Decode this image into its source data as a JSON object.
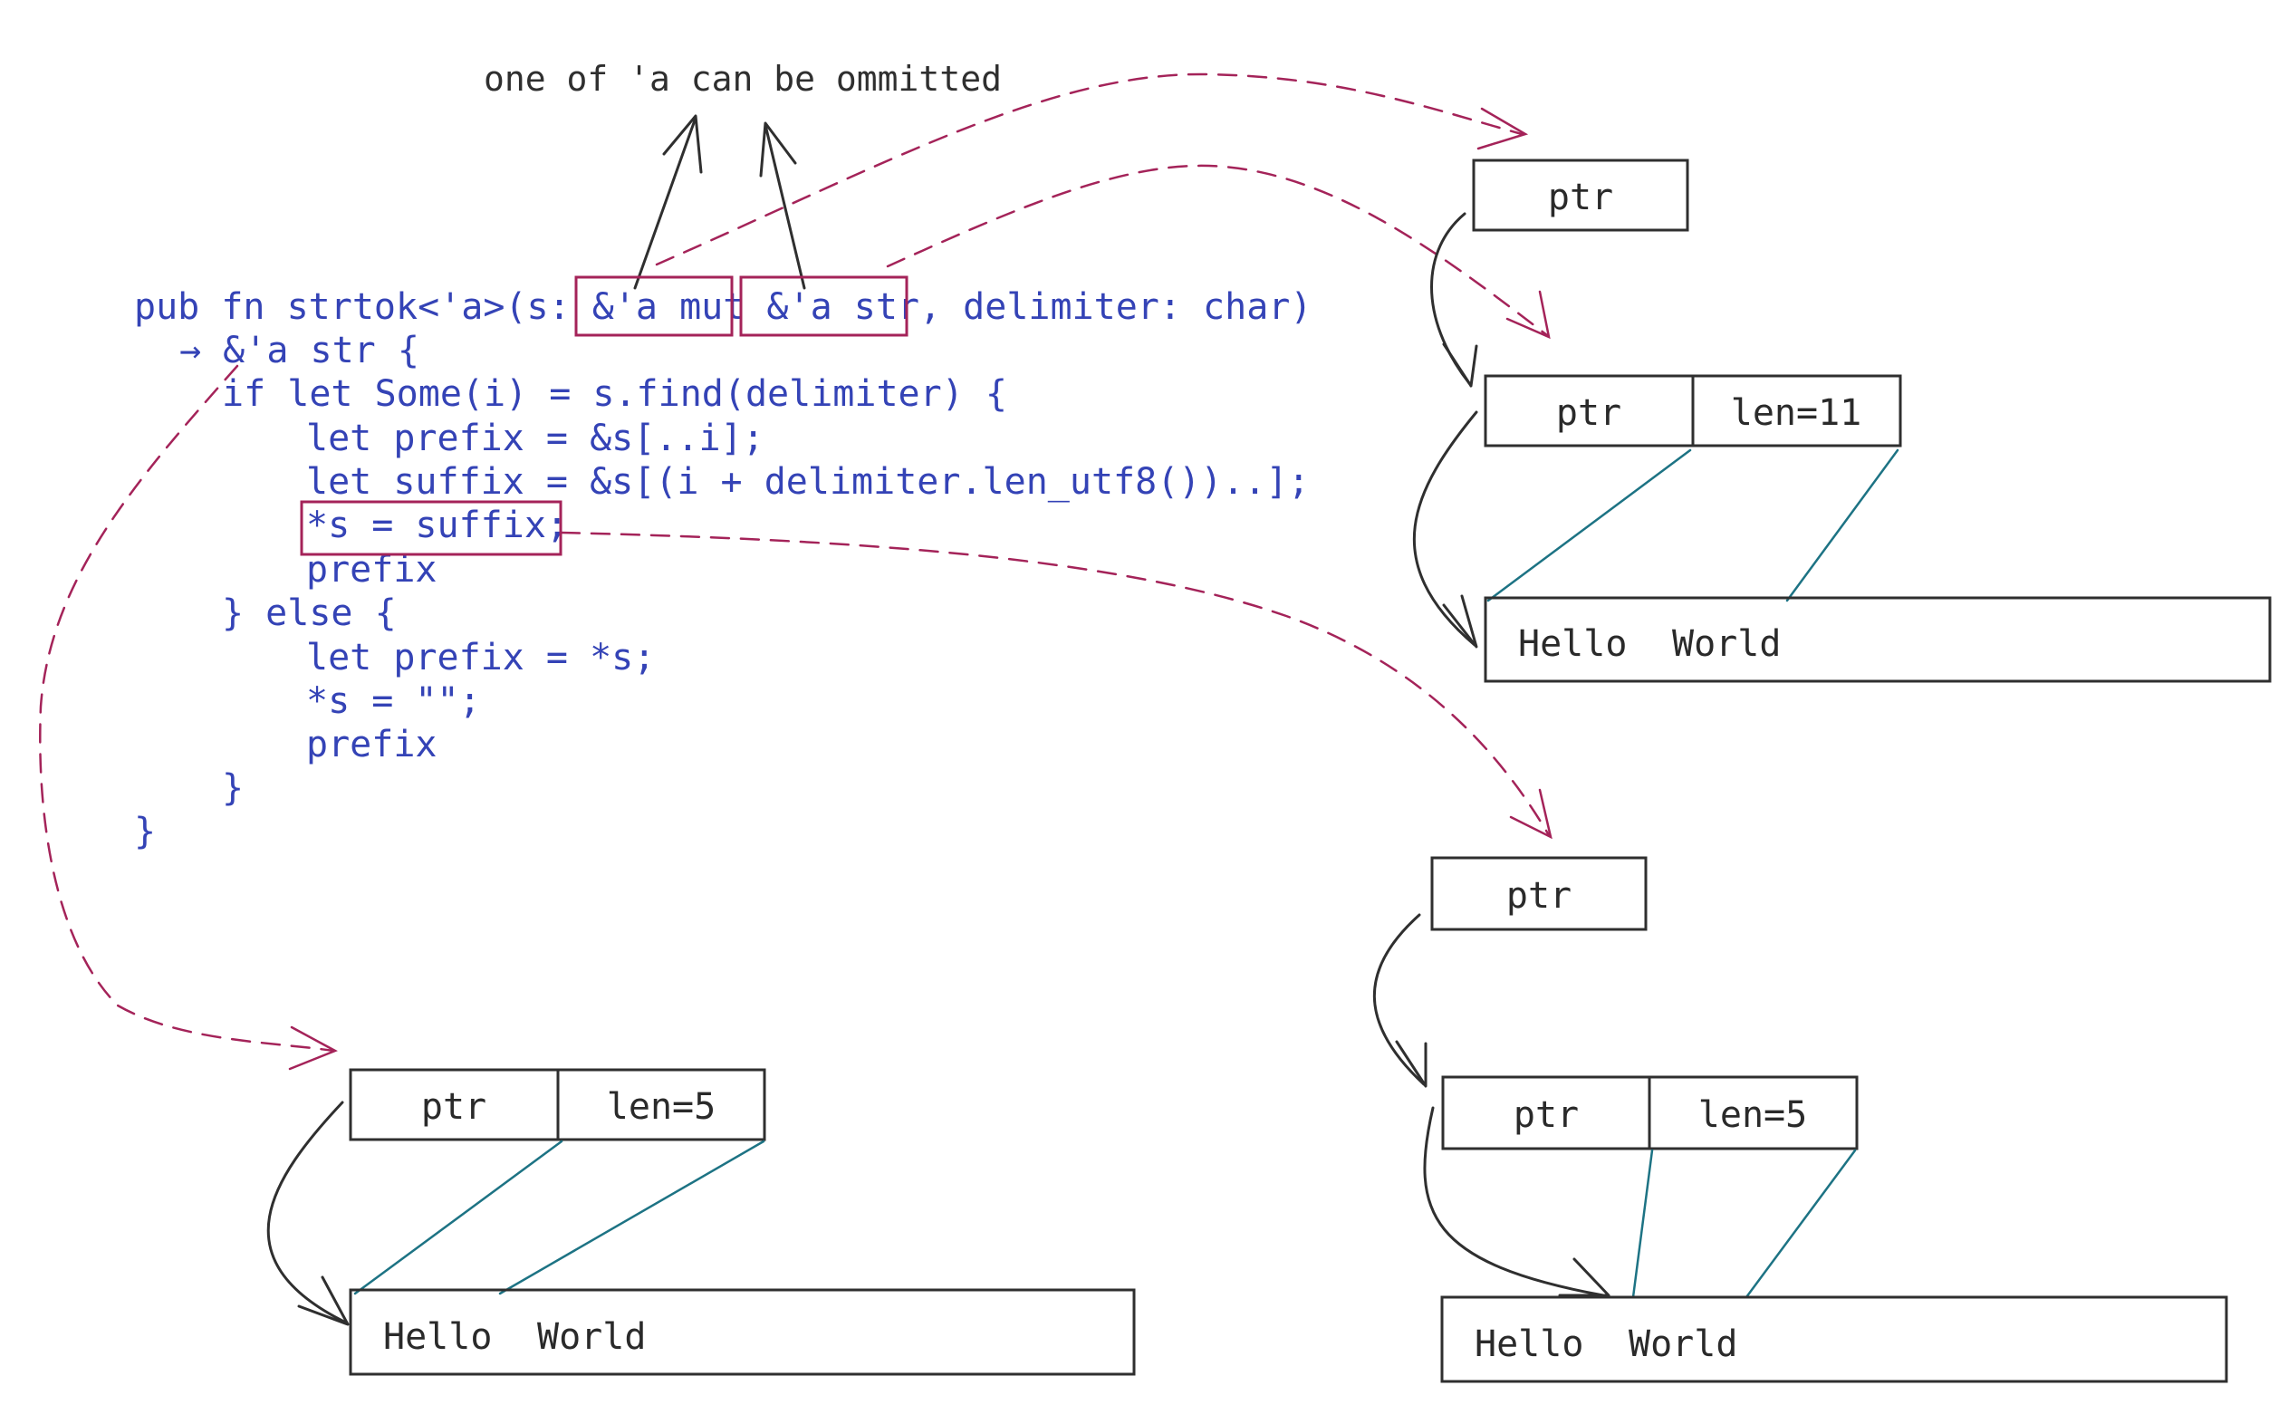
{
  "annotation": {
    "lifetime_note": "one of 'a can be ommitted"
  },
  "code": {
    "line1": {
      "pre": "pub fn strtok<'a>(s: ",
      "param_mut": "&'a mut",
      "sp": " ",
      "param_str": "&'a str",
      "post": ", delimiter: char)"
    },
    "line2": "→ &'a str {",
    "line3": "if let Some(i) = s.find(delimiter) {",
    "line4": "let prefix = &s[..i];",
    "line5": "let suffix = &s[(i + delimiter.len_utf8())..];",
    "line6": "*s = suffix;",
    "line7": "prefix",
    "line8": "} else {",
    "line9": "let prefix = *s;",
    "line10": "*s = \"\";",
    "line11": "prefix",
    "line12": "}",
    "line13": "}"
  },
  "diagram_top_right": {
    "outer_ptr": "ptr",
    "slice_ptr": "ptr",
    "slice_len": "len=11",
    "buffer_hello": "Hello",
    "buffer_world": "World"
  },
  "diagram_bottom_left": {
    "slice_ptr": "ptr",
    "slice_len": "len=5",
    "buffer_hello": "Hello",
    "buffer_world": "World"
  },
  "diagram_bottom_right": {
    "outer_ptr": "ptr",
    "slice_ptr": "ptr",
    "slice_len": "len=5",
    "buffer_hello": "Hello",
    "buffer_world": "World"
  },
  "colors": {
    "code_text": "#3443b6",
    "highlight": "#a42359",
    "ink": "#2f2f2f",
    "slice_link": "#1d7384"
  }
}
